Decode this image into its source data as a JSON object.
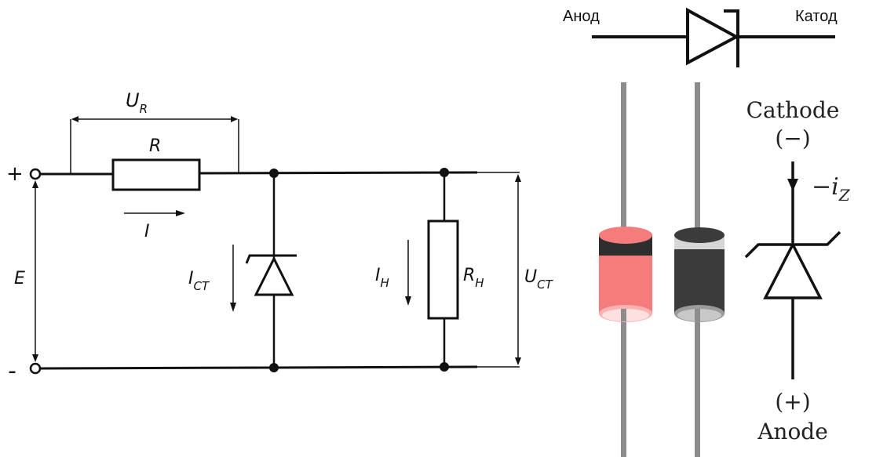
{
  "circuit": {
    "plus_sign": "+",
    "minus_sign": "-",
    "resistor_label": "R",
    "resistor_voltage_label": "U",
    "resistor_voltage_sub": "R",
    "current_label": "I",
    "source_label": "E",
    "zener_current_label": "I",
    "zener_current_sub": "CT",
    "load_current_label": "I",
    "load_current_sub": "H",
    "load_resistor_label": "R",
    "load_resistor_sub": "H",
    "output_voltage_label": "U",
    "output_voltage_sub": "CT"
  },
  "diode_symbol": {
    "anode_label": "Анод",
    "cathode_label": "Катод"
  },
  "packages": {
    "red_body_color": "#f47c7c",
    "red_band_color": "#2e2e2e",
    "black_body_color": "#3b3b3b",
    "black_band_color": "#d6d6d6",
    "lead_color": "#8c8c8c"
  },
  "zener_symbol": {
    "cathode_word": "Cathode",
    "cathode_sign": "(−)",
    "current_label": "−i",
    "current_sub": "Z",
    "anode_sign": "(+)",
    "anode_word": "Anode"
  }
}
